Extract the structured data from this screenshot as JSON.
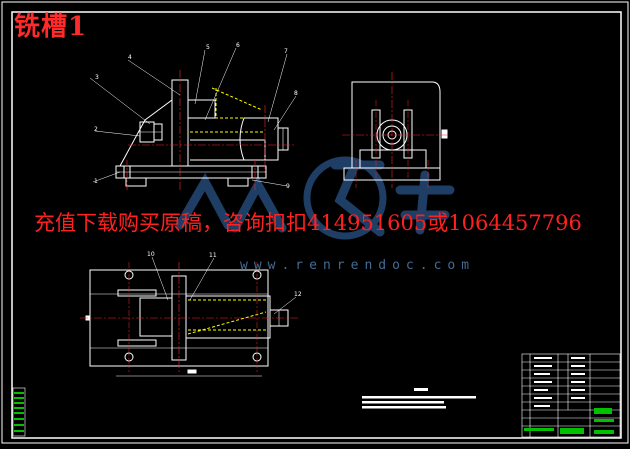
{
  "title_cn": "铣槽1",
  "contact_text": "充值下载购买原稿，咨询扣扣414951605或1064457796",
  "watermark_url": "www.renrendoc.com",
  "balloons": [
    "1",
    "2",
    "3",
    "4",
    "5",
    "6",
    "7",
    "8",
    "9",
    "10",
    "11",
    "12"
  ],
  "colors": {
    "background": "#000000",
    "outline": "#ffffff",
    "centerline": "#ff2020",
    "hidden": "#ffff00",
    "watermark": "#3a72b8",
    "titleblock_green": "#00c000"
  }
}
